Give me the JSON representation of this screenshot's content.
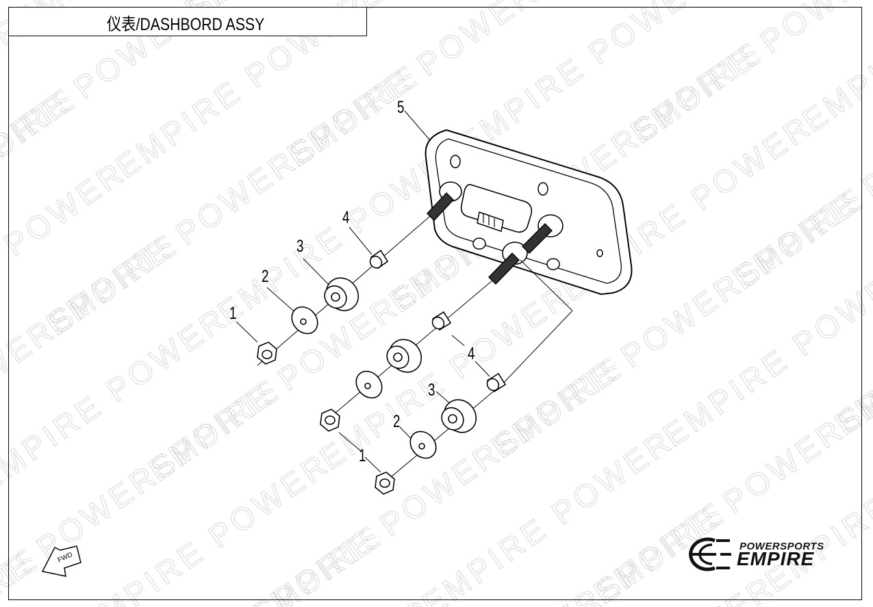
{
  "title": "仪表/DASHBORD ASSY",
  "watermark": "EMPIRE POWERSPORTS",
  "callouts": [
    "1",
    "2",
    "3",
    "4",
    "5",
    "4",
    "3",
    "2",
    "1"
  ],
  "fwd_label": "FWD",
  "logo": {
    "line1": "POWERSPORTS",
    "line2": "EMPIRE"
  },
  "icons": {
    "direction": "fwd-arrow-icon",
    "brand": "empire-logo-icon"
  }
}
